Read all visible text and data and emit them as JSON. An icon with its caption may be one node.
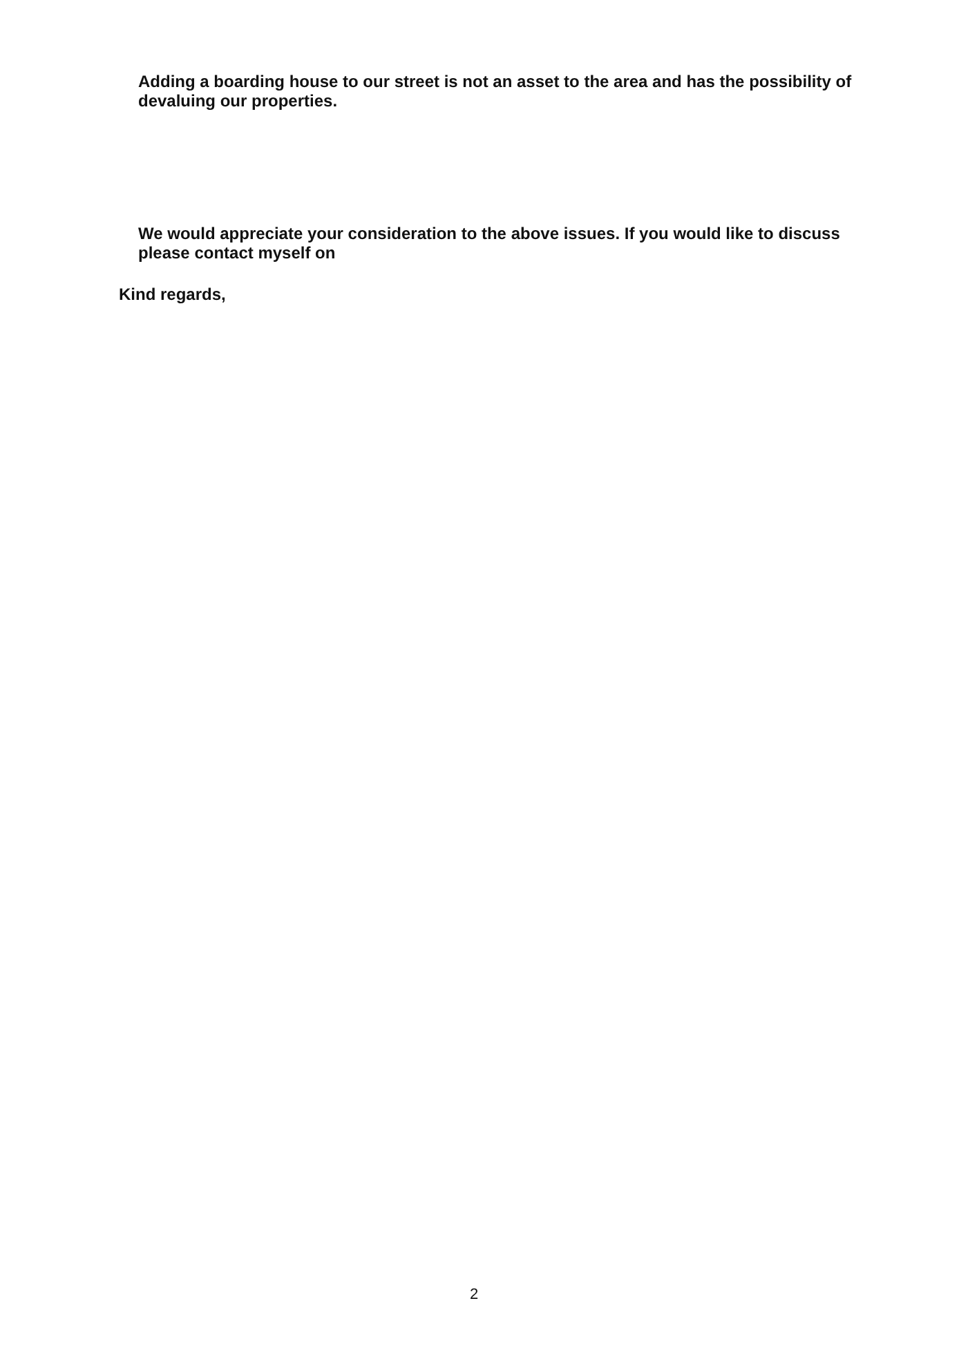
{
  "diagram": {
    "labels": [
      "Adding a boarding house to our street is not an asset to the area and has the possibility of devaluing our properties.",
      "We would appreciate your consideration to the above issues. If you would like to discuss please contact myself on",
      "Kind regards,",
      "2"
    ]
  }
}
